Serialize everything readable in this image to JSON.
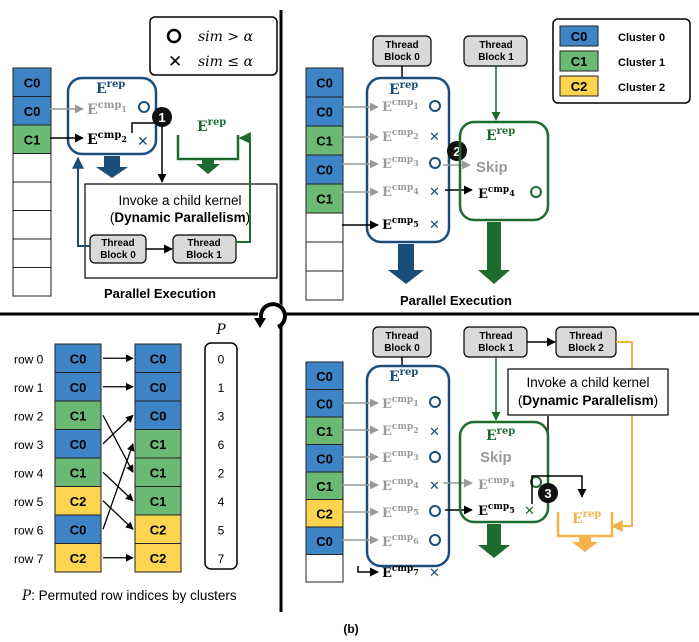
{
  "legend_sim": {
    "gt": "sim > α",
    "le": "sim ≤ α"
  },
  "cluster_legend": [
    {
      "label": "C0",
      "name": "Cluster 0",
      "color": "#3d85c6"
    },
    {
      "label": "C1",
      "name": "Cluster 1",
      "color": "#6aba73"
    },
    {
      "label": "C2",
      "name": "Cluster 2",
      "color": "#fcd450"
    }
  ],
  "colors": {
    "blue_dark": "#1a4d7a",
    "green_dark": "#1e6b2e",
    "orange": "#f4b24a",
    "gray_text": "#8c8c8c"
  },
  "labels": {
    "E": "E",
    "rep": "rep",
    "cmp": "cmp",
    "cmp1": "cmp",
    "skip": "Skip",
    "child_kernel_1": "Invoke a child kernel",
    "child_kernel_2": "(Dynamic Parallelism)",
    "thread": "Thread",
    "block0": "Block 0",
    "block1": "Block 1",
    "block2": "Block 2",
    "parallel_execution": "Parallel Execution",
    "P": "P",
    "footnote_P": "P",
    "footnote_rest": ": Permuted row indices by clusters",
    "caption": "(b)"
  },
  "permute": {
    "rows": [
      "row 0",
      "row 1",
      "row 2",
      "row 3",
      "row 4",
      "row 5",
      "row 6",
      "row 7"
    ],
    "left": [
      "C0",
      "C0",
      "C1",
      "C0",
      "C1",
      "C2",
      "C0",
      "C2"
    ],
    "right": [
      "C0",
      "C0",
      "C0",
      "C1",
      "C1",
      "C1",
      "C2",
      "C2"
    ],
    "P": [
      "0",
      "1",
      "3",
      "6",
      "2",
      "4",
      "5",
      "7"
    ]
  },
  "tl_column": [
    "C0",
    "C0",
    "C1",
    "",
    "",
    "",
    "",
    ""
  ],
  "tr_column": [
    "C0",
    "C0",
    "C1",
    "C0",
    "C1",
    "",
    "",
    ""
  ],
  "br_column": [
    "C0",
    "C0",
    "C1",
    "C0",
    "C1",
    "C2",
    "C0",
    ""
  ],
  "steps": [
    "1",
    "2",
    "3"
  ]
}
